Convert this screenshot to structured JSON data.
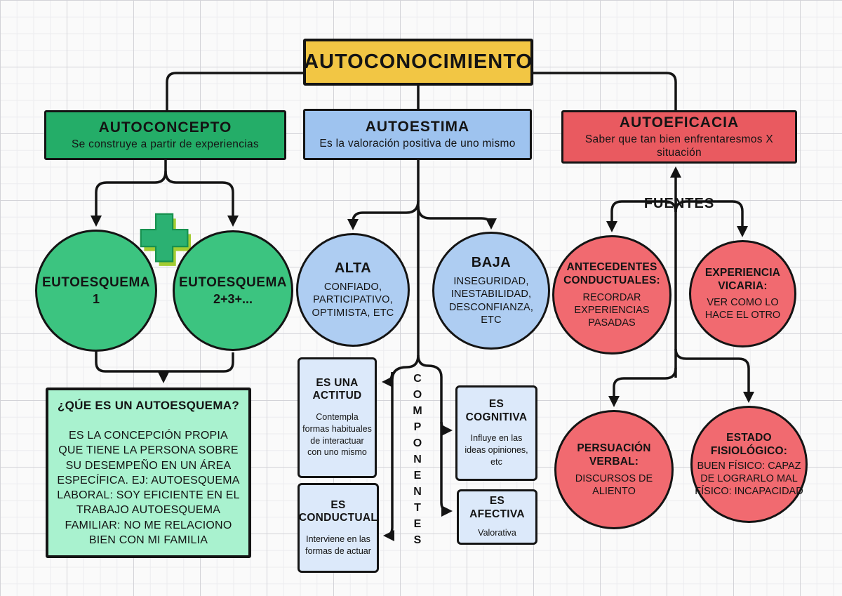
{
  "root": {
    "title": "AUTOCONOCIMIENTO"
  },
  "branches": {
    "autoconcepto": {
      "title": "AUTOCONCEPTO",
      "subtitle": "Se construye a partir de experiencias"
    },
    "autoestima": {
      "title": "AUTOESTIMA",
      "subtitle": "Es la valoración positiva de uno mismo"
    },
    "autoeficacia": {
      "title": "AUTOEFICACIA",
      "subtitle": "Saber que tan bien enfrentaresmos X situación"
    }
  },
  "autoconcepto": {
    "circle1": {
      "title": "EUTOESQUEMA",
      "subtitle": "1"
    },
    "circle2": {
      "title": "EUTOESQUEMA",
      "subtitle": "2+3+..."
    },
    "plus_icon": "plus",
    "definition": {
      "title": "¿QÚE ES UN AUTOESQUEMA?",
      "body": "ES LA CONCEPCIÓN PROPIA QUE TIENE LA PERSONA SOBRE SU DESEMPEÑO EN UN ÁREA ESPECÍFICA. EJ: AUTOESQUEMA LABORAL: SOY EFICIENTE EN EL TRABAJO AUTOESQUEMA FAMILIAR: NO ME RELACIONO BIEN CON MI FAMILIA"
    }
  },
  "autoestima": {
    "alta": {
      "title": "ALTA",
      "body": "CONFIADO, PARTICIPATIVO, OPTIMISTA, ETC"
    },
    "baja": {
      "title": "BAJA",
      "body": "INSEGURIDAD, INESTABILIDAD, DESCONFIANZA, ETC"
    },
    "componentes_label": "COMPONENTES",
    "actitud": {
      "title": "ES UNA ACTITUD",
      "body": "Contempla formas habituales de interactuar con uno mismo"
    },
    "conductual": {
      "title": "ES CONDUCTUAL",
      "body": "Interviene en las formas de actuar"
    },
    "cognitiva": {
      "title": "ES COGNITIVA",
      "body": "Influye en las ideas opiniones, etc"
    },
    "afectiva": {
      "title": "ES AFECTIVA",
      "body": "Valorativa"
    }
  },
  "autoeficacia": {
    "fuentes_label": "FUENTES",
    "antecedentes": {
      "title": "ANTECEDENTES CONDUCTUALES:",
      "body": "RECORDAR EXPERIENCIAS PASADAS"
    },
    "vicaria": {
      "title": "EXPERIENCIA VICARIA:",
      "body": "VER COMO LO HACE EL OTRO"
    },
    "persuacion": {
      "title": "PERSUACIÓN VERBAL:",
      "body": "DISCURSOS DE ALIENTO"
    },
    "fisiologico": {
      "title": "ESTADO FISIOLÓGICO:",
      "body": "BUEN FÍSICO: CAPAZ DE LOGRARLO MAL FÍSICO: INCAPACIDAD"
    }
  },
  "colors": {
    "root_fill": "#F2C644",
    "autoconcepto_fill": "#24AD68",
    "autoconcepto_circle_fill": "#3CC480",
    "autoconcepto_note_fill": "#A9F2CF",
    "autoestima_fill": "#9EC3EF",
    "autoestima_circle_fill": "#AECDF2",
    "autoestima_component_fill": "#DCE9FA",
    "autoeficacia_fill": "#E95A60",
    "autoeficacia_circle_fill": "#F16A70",
    "plus_fill": "#2BB172",
    "plus_shadow": "#A3CC32",
    "line_color": "#141414"
  }
}
